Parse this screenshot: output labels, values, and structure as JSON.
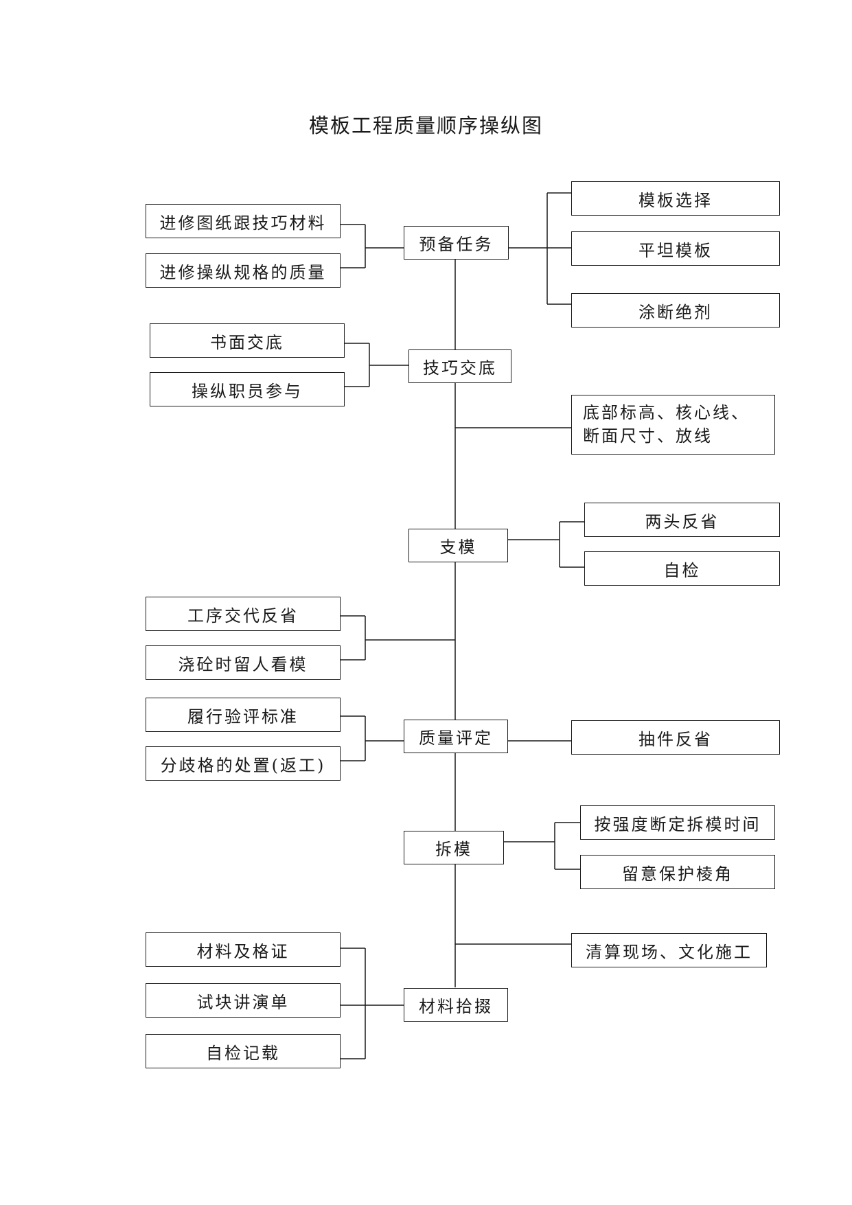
{
  "title": "模板工程质量顺序操纵图",
  "steps": {
    "prepare": "预备任务",
    "disclose": "技巧交底",
    "support": "支模",
    "evaluate": "质量评定",
    "remove": "拆模",
    "materials": "材料拾掇"
  },
  "prepare_left": [
    "进修图纸跟技巧材料",
    "进修操纵规格的质量"
  ],
  "prepare_right": [
    "模板选择",
    "平坦模板",
    "涂断绝剂"
  ],
  "disclose_left": [
    "书面交底",
    "操纵职员参与"
  ],
  "disclose_right": "底部标高、核心线、断面尺寸、放线",
  "support_right": [
    "两头反省",
    "自检"
  ],
  "support_left": [
    "工序交代反省",
    "浇砼时留人看模"
  ],
  "evaluate_left": [
    "履行验评标准",
    "分歧格的处置(返工)"
  ],
  "evaluate_right": "抽件反省",
  "remove_right": [
    "按强度断定拆模时间",
    "留意保护棱角"
  ],
  "cleanup": "清算现场、文化施工",
  "materials_left": [
    "材料及格证",
    "试块讲演单",
    "自检记载"
  ]
}
